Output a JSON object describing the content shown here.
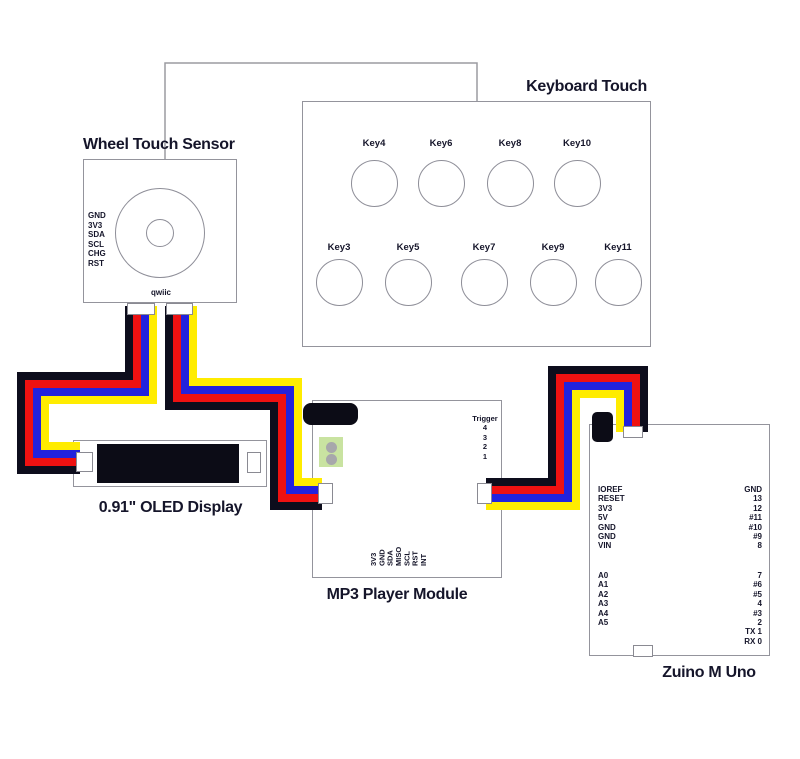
{
  "wheel": {
    "title": "Wheel Touch Sensor",
    "pins": [
      "GND",
      "3V3",
      "SDA",
      "SCL",
      "CHG",
      "RST"
    ],
    "connector_label": "qwiic"
  },
  "keyboard": {
    "title": "Keyboard Touch",
    "top_keys": [
      "Key4",
      "Key6",
      "Key8",
      "Key10"
    ],
    "bottom_keys": [
      "Key3",
      "Key5",
      "Key7",
      "Key9",
      "Key11"
    ]
  },
  "oled": {
    "title": "0.91\" OLED Display"
  },
  "mp3": {
    "title": "MP3 Player Module",
    "trigger_label": "Trigger",
    "trigger_pins": [
      "4",
      "3",
      "2",
      "1"
    ],
    "bottom_pins": [
      "3V3",
      "GND",
      "SDA",
      "MISO",
      "SCL",
      "RST",
      "INT"
    ]
  },
  "zuino": {
    "title": "Zuino M Uno",
    "power_pins": [
      "IOREF",
      "RESET",
      "3V3",
      "5V",
      "GND",
      "GND",
      "VIN"
    ],
    "analog_pins": [
      "A0",
      "A1",
      "A2",
      "A3",
      "A4",
      "A5"
    ],
    "digital_pins_top": [
      "GND",
      "13",
      "12",
      "#11",
      "#10",
      "#9",
      "8"
    ],
    "digital_pins_bottom": [
      "7",
      "#6",
      "#5",
      "4",
      "#3",
      "2",
      "TX 1",
      "RX 0"
    ]
  },
  "wires": {
    "signal_line_color": "#9b9ba1",
    "colors": {
      "black": "#0d0d1c",
      "red": "#ee1111",
      "blue": "#2222dd",
      "yellow": "#ffec00"
    },
    "bundles": [
      {
        "from": "Wheel Touch Sensor qwiic (left)",
        "to": "0.91\" OLED Display",
        "wire_order": [
          "black",
          "red",
          "blue",
          "yellow"
        ]
      },
      {
        "from": "Wheel Touch Sensor qwiic (right)",
        "to": "MP3 Player Module",
        "wire_order": [
          "black",
          "red",
          "blue",
          "yellow"
        ]
      },
      {
        "from": "MP3 Player Module",
        "to": "Zuino M Uno",
        "wire_order": [
          "black",
          "red",
          "blue",
          "yellow"
        ]
      }
    ],
    "signal_line": {
      "from": "Wheel Touch Sensor (top)",
      "to": "Keyboard Touch (top)"
    }
  }
}
